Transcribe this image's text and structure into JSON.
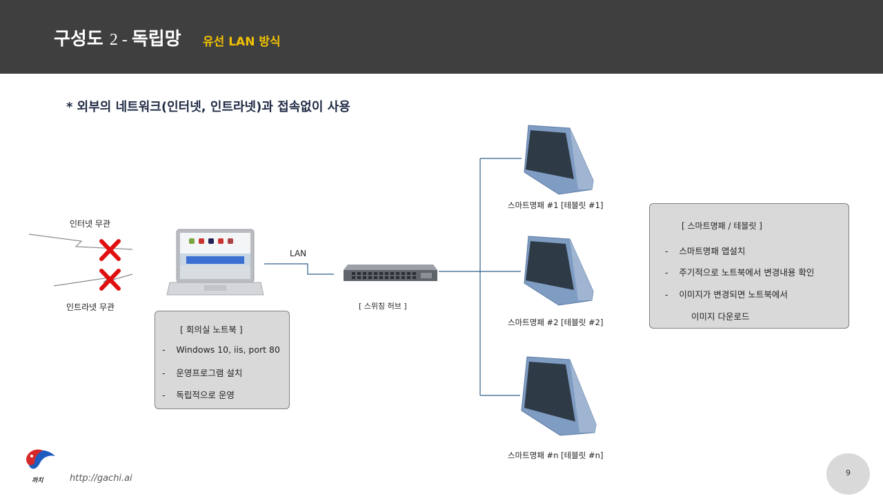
{
  "header": {
    "title_main": "구성도 ",
    "title_num": "2 - ",
    "title_tail": "독립망",
    "tag": "유선 LAN 방식"
  },
  "note": "* 외부의 네트워크(인터넷, 인트라넷)과 접속없이 사용",
  "labels": {
    "internet": "인터넷 무관",
    "intranet": "인트라넷 무관",
    "lan": "LAN",
    "hub": "[ 스위칭 허브 ]",
    "tablet1": "스마트명패 #1 [테블릿 #1]",
    "tablet2": "스마트명패 #2 [테블릿 #2]",
    "tabletn": "스마트명패 #n [테블릿 #n]"
  },
  "notebook_box": {
    "title": "[ 회의실 노트북 ]",
    "items": [
      "Windows 10, iis, port 80",
      "운영프로그램 설치",
      "독립적으로 운영"
    ]
  },
  "tablet_box": {
    "title": "[ 스마트명패 /  테블릿 ]",
    "items": [
      "스마트명패 앱설치",
      "주기적으로 노트북에서 변경내용 확인",
      "이미지가 변경되면 노트북에서"
    ],
    "item_continuation": "이미지 다운로드"
  },
  "footer": {
    "logo_text": "까치",
    "url": "http://gachi.ai",
    "page": "9"
  },
  "colors": {
    "header_bg": "#3f3f3f",
    "tag": "#f2c200",
    "connector": "#2e5c8a",
    "cross": "#e01010"
  }
}
